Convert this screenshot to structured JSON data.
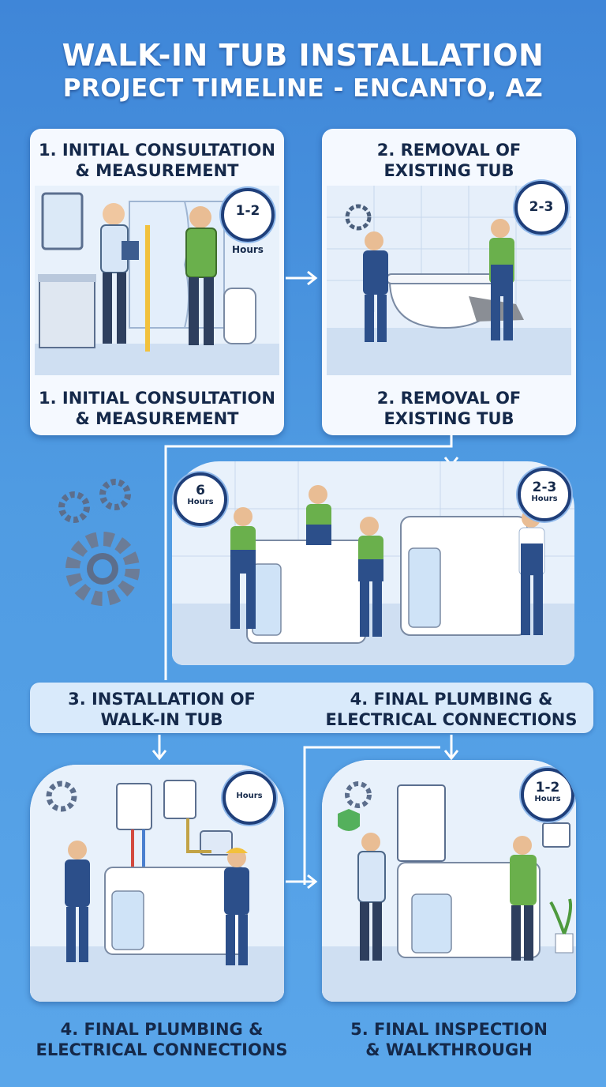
{
  "title": {
    "line1": "WALK-IN TUB INSTALLATION",
    "line2": "PROJECT TIMELINE - ENCANTO, AZ"
  },
  "steps": [
    {
      "top_label": "1. INITIAL CONSULTATION\n& MEASUREMENT",
      "bottom_label": "1. INITIAL CONSULTATION\n& MEASUREMENT",
      "clock_num": "1-2",
      "clock_unit": "Hours"
    },
    {
      "top_label": "2. REMOVAL OF\nEXISTING TUB",
      "bottom_label": "2. REMOVAL OF\nEXISTING TUB",
      "clock_num": "2-3",
      "clock_unit": ""
    },
    {
      "label": "3. INSTALLATION OF\nWALK-IN TUB",
      "clock_num": "6",
      "clock_unit": "Hours"
    },
    {
      "label": "4. FINAL PLUMBING &\nELECTRICAL CONNECTIONS",
      "clock_num": "2-3",
      "clock_unit": "Hours"
    },
    {
      "label": "4. FINAL PLUMBING &\nELECTRICAL CONNECTIONS",
      "clock_num": "",
      "clock_unit": "Hours"
    },
    {
      "label": "5. FINAL INSPECTION\n& WALKTHROUGH",
      "clock_num": "1-2",
      "clock_unit": "Hours"
    }
  ],
  "colors": {
    "background": "#4f9be2",
    "card": "#f5f9ff",
    "text_dark": "#15294a",
    "worker_uniform": "#2c4f8a",
    "worker_shirt": "#6ab04c",
    "arrow": "#ffffff"
  }
}
